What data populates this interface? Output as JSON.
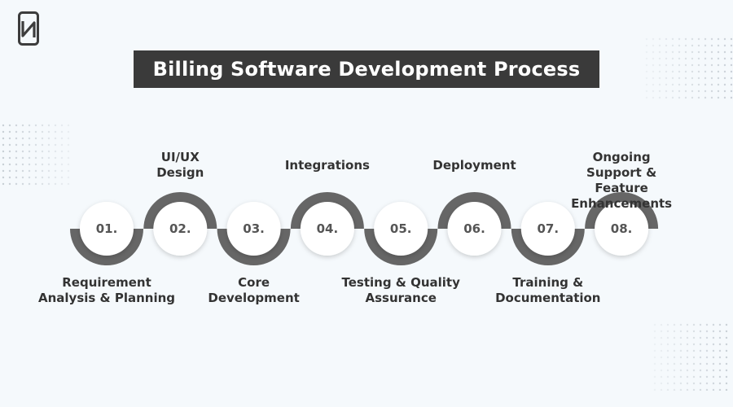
{
  "title": "Billing Software Development Process",
  "colors": {
    "ring": "#666666",
    "title_bg": "#3a3a3a",
    "circle_fill": "#ffffff",
    "text": "#333333"
  },
  "steps": [
    {
      "number": "01.",
      "label": "Requirement\nAnalysis & Planning",
      "label_position": "bottom"
    },
    {
      "number": "02.",
      "label": "UI/UX\nDesign",
      "label_position": "top"
    },
    {
      "number": "03.",
      "label": "Core\nDevelopment",
      "label_position": "bottom"
    },
    {
      "number": "04.",
      "label": "Integrations",
      "label_position": "top"
    },
    {
      "number": "05.",
      "label": "Testing & Quality\nAssurance",
      "label_position": "bottom"
    },
    {
      "number": "06.",
      "label": "Deployment",
      "label_position": "top"
    },
    {
      "number": "07.",
      "label": "Training &\nDocumentation",
      "label_position": "bottom"
    },
    {
      "number": "08.",
      "label": "Ongoing Support &\nFeature Enhancements",
      "label_position": "top"
    }
  ]
}
